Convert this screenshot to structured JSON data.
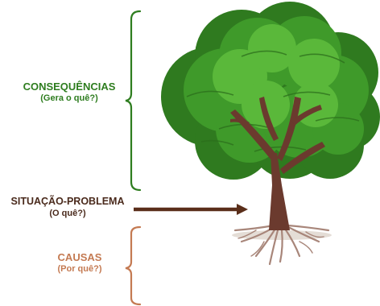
{
  "labels": {
    "consequences": {
      "title": "CONSEQUÊNCIAS",
      "subtitle": "(Gera o quê?)"
    },
    "problem": {
      "title": "SITUAÇÃO-PROBLEMA",
      "subtitle": "(O quê?)"
    },
    "causes": {
      "title": "CAUSAS",
      "subtitle": "(Por quê?)"
    }
  },
  "colors": {
    "consequences": "#2e7d1f",
    "problem": "#4a2a1c",
    "causes": "#c47a52",
    "foliage_dark": "#2f7a1f",
    "foliage": "#3f9a2a",
    "foliage_light": "#5ab83a",
    "trunk": "#6b3a2e",
    "roots": "#a8867a",
    "arrow": "#5a2e1a"
  },
  "icons": {
    "tree": "tree-illustration",
    "arrow": "arrow-right-icon"
  }
}
